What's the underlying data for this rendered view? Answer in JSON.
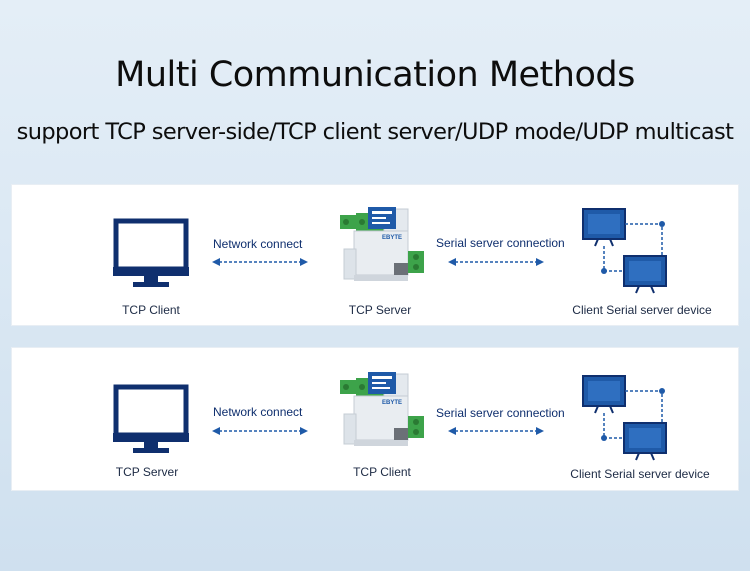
{
  "title": "Multi Communication Methods",
  "subtitle": "support TCP server-side/TCP client server/UDP mode/UDP multicast",
  "colors": {
    "accent": "#1f5aa8",
    "dark_navy": "#0f2f6e",
    "device_body": "#e4e9ee",
    "terminal_green": "#3da34a"
  },
  "panels": [
    {
      "left_device": "TCP Client",
      "left_arrow": "Network connect",
      "center_device": "TCP Server",
      "right_arrow": "Serial server connection",
      "right_device": "Client Serial server device"
    },
    {
      "left_device": "TCP Server",
      "left_arrow": "Network connect",
      "center_device": "TCP Client",
      "right_arrow": "Serial server connection",
      "right_device": "Client Serial server device"
    }
  ],
  "device_brand": "EBYTE"
}
